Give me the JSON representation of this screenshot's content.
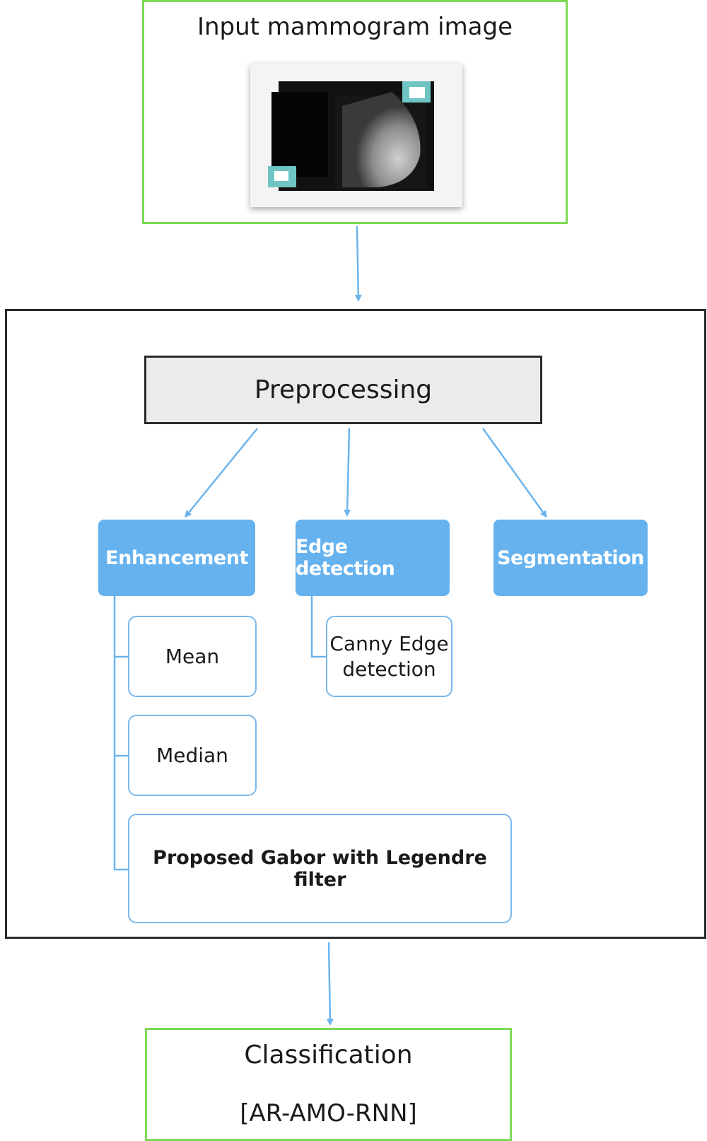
{
  "input": {
    "title": "Input mammogram image"
  },
  "preprocessing": {
    "label": "Preprocessing"
  },
  "methods": {
    "enhancement": "Enhancement",
    "edge_detection": "Edge detection",
    "segmentation": "Segmentation"
  },
  "enhancement_filters": {
    "mean": "Mean",
    "median": "Median",
    "gabor": "Proposed Gabor with Legendre filter"
  },
  "edge_methods": {
    "canny_line1": "Canny Edge",
    "canny_line2": "detection"
  },
  "classification": {
    "title": "Classification",
    "model": "[AR-AMO-RNN]"
  },
  "colors": {
    "green_border": "#7ed957",
    "blue_box": "#66b2ef",
    "blue_outline": "#7ab8ec",
    "arrow": "#6cb4ec"
  }
}
